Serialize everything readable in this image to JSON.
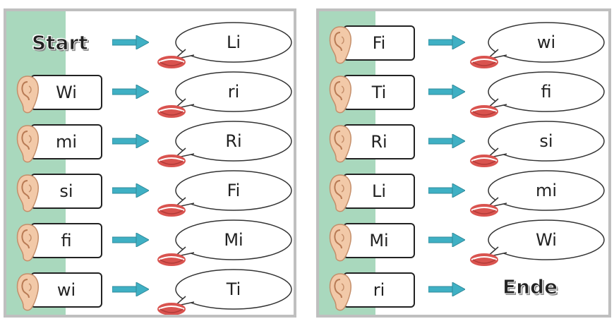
{
  "left_panel": {
    "start_label": "Start",
    "rows": [
      {
        "card": "",
        "bubble": "Li",
        "is_start": true
      },
      {
        "card": "Wi",
        "bubble": "ri"
      },
      {
        "card": "mi",
        "bubble": "Ri"
      },
      {
        "card": "si",
        "bubble": "Fi"
      },
      {
        "card": "fi",
        "bubble": "Mi"
      },
      {
        "card": "wi",
        "bubble": "Ti"
      }
    ]
  },
  "right_panel": {
    "end_label": "Ende",
    "rows": [
      {
        "card": "Fi",
        "bubble": "wi"
      },
      {
        "card": "Ti",
        "bubble": "fi"
      },
      {
        "card": "Ri",
        "bubble": "si"
      },
      {
        "card": "Li",
        "bubble": "mi"
      },
      {
        "card": "Mi",
        "bubble": "Wi"
      },
      {
        "card": "ri",
        "bubble": "",
        "is_end": true
      }
    ]
  },
  "colors": {
    "stripe": "#a9d8bd",
    "arrow": "#3fb0c4",
    "lips": "#d9534f",
    "ear": "#f2c9a8",
    "border": "#bfbfbf"
  },
  "icons": [
    "ear-icon",
    "arrow-right-icon",
    "lips-icon",
    "speech-bubble"
  ]
}
